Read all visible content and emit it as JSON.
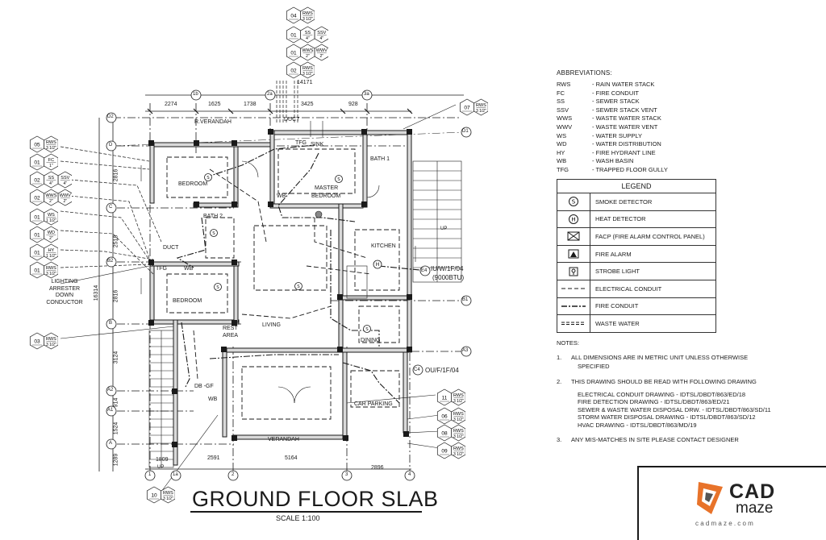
{
  "title": "GROUND FLOOR SLAB",
  "scale": "SCALE 1:100",
  "abbreviations_title": "ABBREVIATIONS:",
  "abbreviations": [
    {
      "code": "RWS",
      "desc": "- RAIN WATER STACK"
    },
    {
      "code": "FC",
      "desc": "- FIRE CONDUIT"
    },
    {
      "code": "SS",
      "desc": "- SEWER STACK"
    },
    {
      "code": "SSV",
      "desc": "- SEWER STACK VENT"
    },
    {
      "code": "WWS",
      "desc": "- WASTE WATER STACK"
    },
    {
      "code": "WWV",
      "desc": "- WASTE WATER VENT"
    },
    {
      "code": "WS",
      "desc": "- WATER SUPPLY"
    },
    {
      "code": "WD",
      "desc": "- WATER DISTRIBUTION"
    },
    {
      "code": "HY",
      "desc": "- FIRE HYDRANT LINE"
    },
    {
      "code": "WB",
      "desc": "- WASH BASIN"
    },
    {
      "code": "TFG",
      "desc": "- TRAPPED FLOOR GULLY"
    }
  ],
  "legend": {
    "title": "LEGEND",
    "items": [
      {
        "label": "SMOKE DETECTOR",
        "symbol": "smoke-detector-icon",
        "glyph": "S"
      },
      {
        "label": "HEAT DETECTOR",
        "symbol": "heat-detector-icon",
        "glyph": "H"
      },
      {
        "label": "FACP (FIRE ALARM CONTROL PANEL)",
        "symbol": "facp-icon"
      },
      {
        "label": "FIRE ALARM",
        "symbol": "fire-alarm-icon"
      },
      {
        "label": "STROBE LIGHT",
        "symbol": "strobe-light-icon"
      },
      {
        "label": "ELECTRICAL CONDUIT",
        "symbol": "electrical-conduit-line"
      },
      {
        "label": "FIRE CONDUIT",
        "symbol": "fire-conduit-line"
      },
      {
        "label": "WASTE WATER",
        "symbol": "waste-water-line"
      }
    ]
  },
  "notes_title": "NOTES:",
  "notes": [
    {
      "num": "1.",
      "lines": [
        "ALL DIMENSIONS ARE IN METRIC UNIT UNLESS OTHERWISE",
        "SPECIFIED"
      ],
      "sub": []
    },
    {
      "num": "2.",
      "lines": [
        "THIS DRAWING SHOULD BE READ WITH FOLLOWING DRAWING"
      ],
      "sub": [
        "ELECTRICAL CONDUIT DRAWING - IDTSL/DBDT/863/ED/18",
        "FIRE DETECTION DRAWING - IDTSL/DBDT/863/ED/21",
        "SEWER & WASTE WATER DISPOSAL DRW. - IDTSL/DBDT/863/SD/11",
        "STORM WATER DISPOSAL DRAWING - IDTSL/DBDT/863/SD/12",
        "HVAC DRAWING - IDTSL/DBDT/863/MD/19"
      ]
    },
    {
      "num": "3.",
      "lines": [
        "ANY MIS-MATCHES IN SITE PLEASE CONTACT DESIGNER"
      ],
      "sub": []
    }
  ],
  "rooms": [
    "R.VERANDAH",
    "DUCT",
    "SINK",
    "TFG",
    "BATH 1",
    "BEDROOM",
    "MASTER",
    "BEDROOM",
    "WB",
    "BATH 2",
    "KITCHEN",
    "DUCT",
    "TFG",
    "WB",
    "BEDROOM",
    "LIVING",
    "REST",
    "AREA",
    "DINING",
    "DB -GF",
    "CAR PARKING",
    "VERANDAH",
    "UP",
    "UP",
    "WB"
  ],
  "top_dims": [
    "2274",
    "1625",
    "1738",
    "3425",
    "928"
  ],
  "overall_top_dim": "14171",
  "bottom_dims": [
    "1809",
    "2591",
    "5164",
    "2896"
  ],
  "left_dims": [
    "2816",
    "2518",
    "2816",
    "3124",
    "914",
    "1524",
    "1289"
  ],
  "overall_left_dim": "16314",
  "grid_cols": [
    "1b",
    "2a",
    "3a",
    "1",
    "1a",
    "2",
    "3",
    "4"
  ],
  "grid_rows": [
    "D2",
    "D1",
    "D",
    "C",
    "B2",
    "B1",
    "B",
    "A3",
    "A2",
    "A1",
    "A"
  ],
  "tags_left": [
    {
      "n": "05",
      "labels": [
        [
          "RWS",
          "3 1/2\""
        ]
      ]
    },
    {
      "n": "01",
      "labels": [
        [
          "FC",
          "1\""
        ]
      ]
    },
    {
      "n": "02",
      "labels": [
        [
          "SS",
          "4\""
        ],
        [
          "SSV",
          "4\""
        ]
      ]
    },
    {
      "n": "02",
      "labels": [
        [
          "WWS",
          "2\""
        ],
        [
          "WWV",
          "2\""
        ]
      ]
    },
    {
      "n": "01",
      "labels": [
        [
          "WS",
          "1 1/2\""
        ]
      ]
    },
    {
      "n": "01",
      "labels": [
        [
          "WD",
          "2\""
        ]
      ]
    },
    {
      "n": "01",
      "labels": [
        [
          "HY",
          "1 1/2\""
        ]
      ]
    },
    {
      "n": "01",
      "labels": [
        [
          "RWS",
          "3 1/2\""
        ]
      ]
    },
    {
      "n": "03",
      "labels": [
        [
          "RWS",
          "3 1/2\""
        ]
      ]
    }
  ],
  "tags_top": [
    {
      "n": "04",
      "labels": [
        [
          "RWS",
          "3 1/2\""
        ]
      ]
    },
    {
      "n": "01",
      "labels": [
        [
          "SS",
          "4\""
        ],
        [
          "SSV",
          "4\""
        ]
      ]
    },
    {
      "n": "01",
      "labels": [
        [
          "WWS",
          "2\""
        ],
        [
          "WWV",
          "2\""
        ]
      ]
    },
    {
      "n": "02",
      "labels": [
        [
          "RWS",
          "3 1/2\""
        ]
      ]
    }
  ],
  "tags_right": [
    {
      "n": "07",
      "labels": [
        [
          "RWS",
          "3 1/2\""
        ]
      ]
    },
    {
      "n": "11",
      "labels": [
        [
          "RWS",
          "3 1/2\""
        ]
      ]
    },
    {
      "n": "06",
      "labels": [
        [
          "RWS",
          "3 1/2\""
        ]
      ]
    },
    {
      "n": "08",
      "labels": [
        [
          "RWS",
          "3 1/2\""
        ]
      ]
    },
    {
      "n": "09",
      "labels": [
        [
          "RWS",
          "3 1/2\""
        ]
      ]
    }
  ],
  "tag_bottom": {
    "n": "10",
    "labels": [
      [
        "RWS",
        "3 1/2\""
      ]
    ]
  },
  "callouts": {
    "lightning": [
      "LIGHTING",
      "ARRESTER",
      "DOWN",
      "CONDUCTOR"
    ],
    "e4": [
      "E4",
      "IU/W/1F/04",
      "(9000BTU)"
    ],
    "c4": [
      "C4",
      "OU/F/1F/04"
    ]
  },
  "logo": {
    "cad": "CAD",
    "maze": "maze",
    "url": "cadmaze.com"
  },
  "colors": {
    "ink": "#1a1a1a",
    "logo_orange": "#e8732a",
    "logo_gray": "#555555"
  }
}
